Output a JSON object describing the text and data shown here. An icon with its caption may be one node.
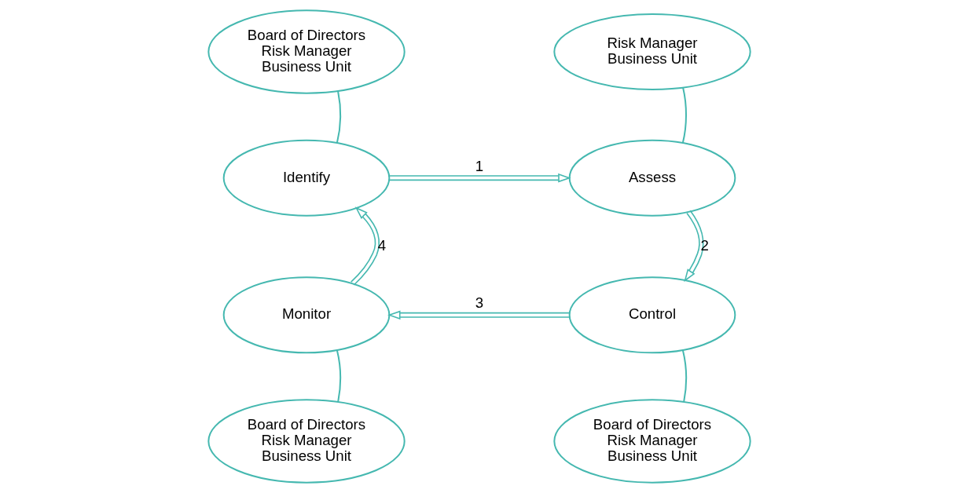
{
  "diagram": {
    "nodes": [
      {
        "text": [
          "Board of Directors",
          "Risk Manager",
          "Business Unit"
        ]
      },
      {
        "text": [
          "Risk Manager",
          "Business Unit"
        ]
      },
      {
        "text": [
          "Identify"
        ]
      },
      {
        "text": [
          "Assess"
        ]
      },
      {
        "text": [
          "Monitor"
        ]
      },
      {
        "text": [
          "Control"
        ]
      },
      {
        "text": [
          "Board of Directors",
          "Risk Manager",
          "Business Unit"
        ]
      },
      {
        "text": [
          "Board of Directors",
          "Risk Manager",
          "Business Unit"
        ]
      }
    ],
    "edges": [
      {
        "from": 2,
        "to": 3,
        "arrow": "to",
        "label": "1"
      },
      {
        "from": 3,
        "to": 5,
        "arrow": "to",
        "label": "2"
      },
      {
        "from": 5,
        "to": 4,
        "arrow": "to",
        "label": "3"
      },
      {
        "from": 4,
        "to": 2,
        "arrow": "to",
        "label": "4"
      },
      {
        "from": 0,
        "to": 2,
        "arrow": "none"
      },
      {
        "from": 1,
        "to": 3,
        "arrow": "none"
      },
      {
        "from": 6,
        "to": 4,
        "arrow": "none"
      },
      {
        "from": 7,
        "to": 5,
        "arrow": "none"
      }
    ]
  }
}
